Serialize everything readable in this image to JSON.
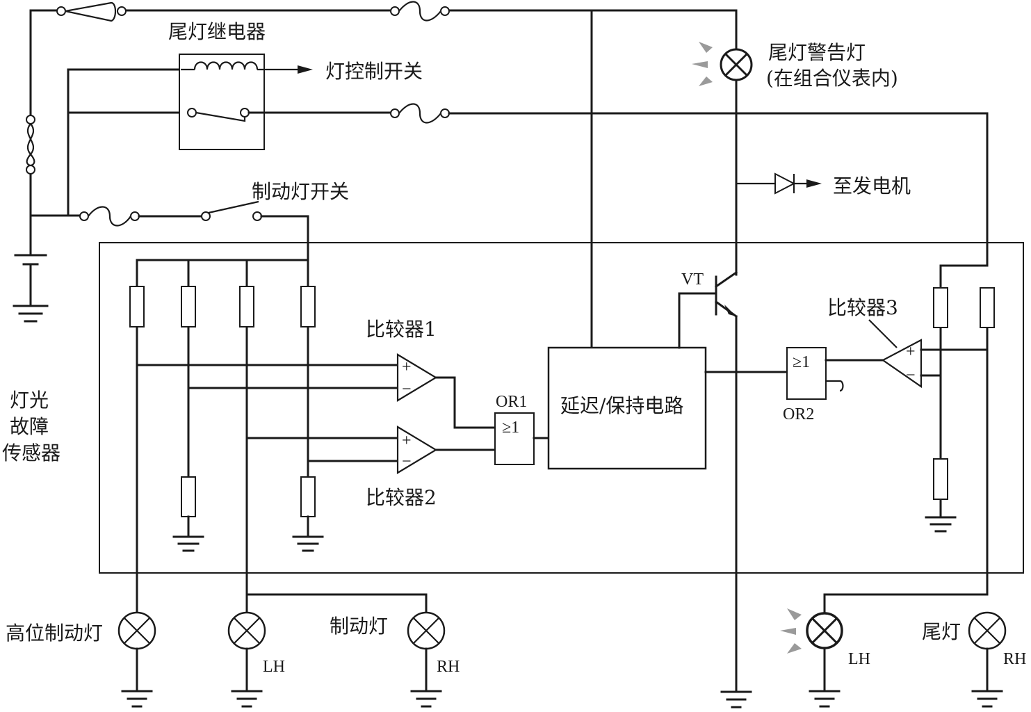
{
  "labels": {
    "tail_relay": "尾灯继电器",
    "light_switch": "灯控制开关",
    "tail_warning": "尾灯警告灯",
    "tail_warning_sub": "(在组合仪表内)",
    "to_alternator": "至发电机",
    "brake_switch": "制动灯开关",
    "sensor_line1": "灯光",
    "sensor_line2": "故障",
    "sensor_line3": "传感器",
    "comparator1": "比较器1",
    "comparator2": "比较器2",
    "comparator3": "比较器3",
    "or1": "OR1",
    "or2": "OR2",
    "or_symbol": "≥1",
    "delay_hold": "延迟/保持电路",
    "transistor": "VT",
    "high_brake": "高位制动灯",
    "brake_lamp": "制动灯",
    "tail_lamp": "尾灯",
    "lh": "LH",
    "rh": "RH",
    "plus": "+",
    "minus": "−"
  }
}
